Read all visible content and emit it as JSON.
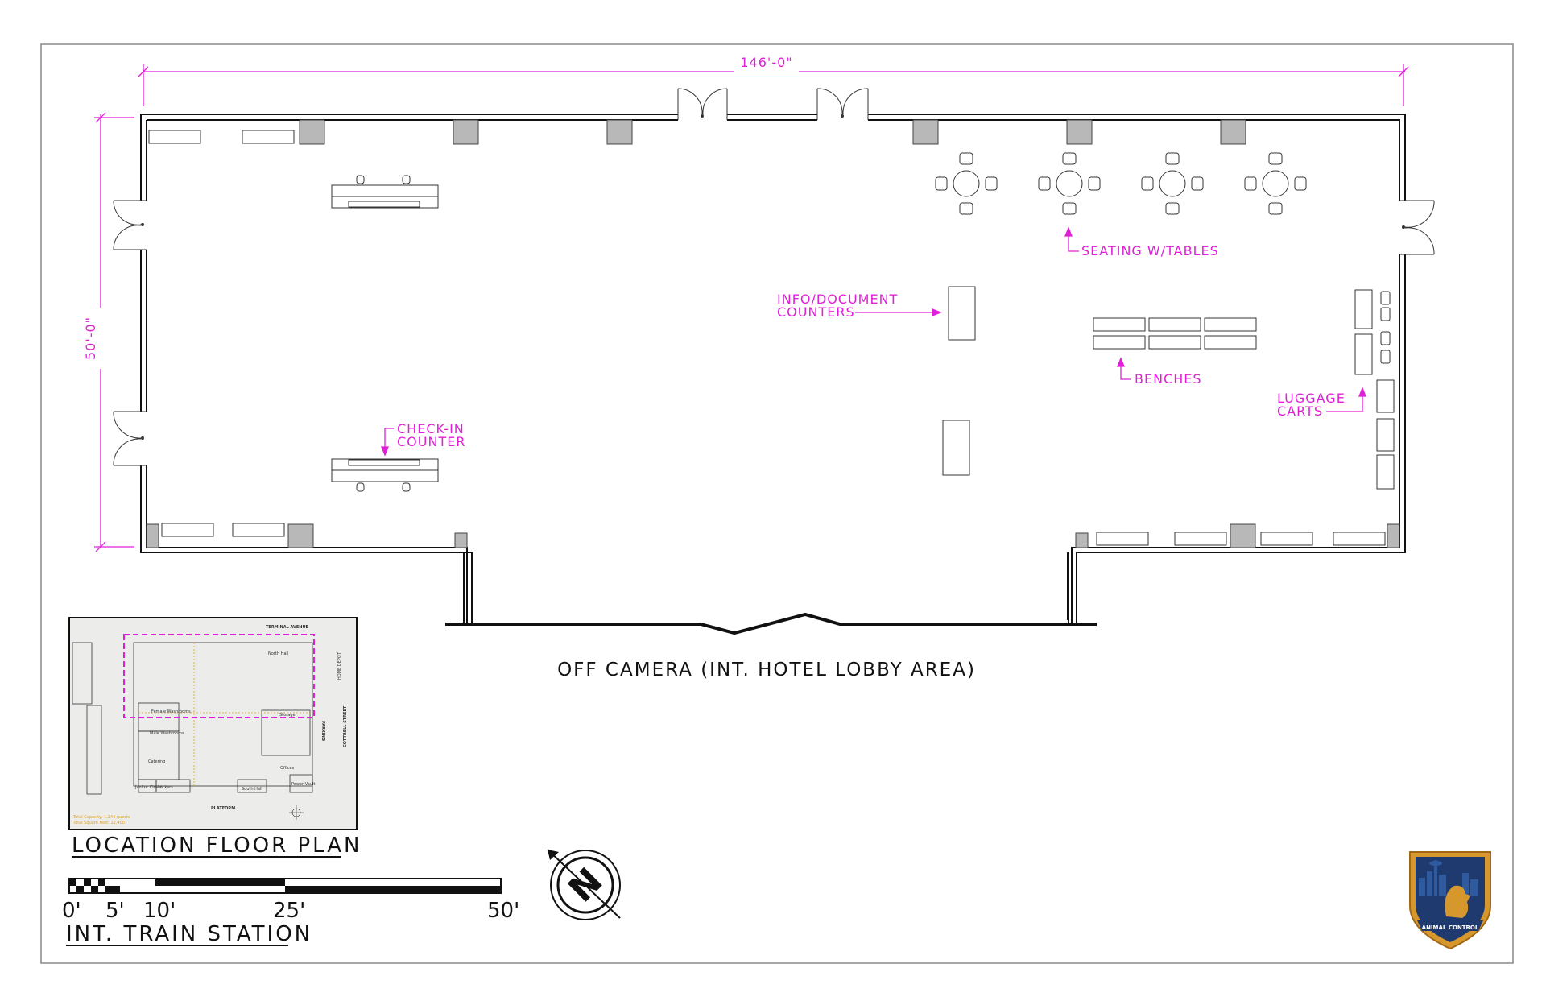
{
  "dimensions": {
    "width": "146'-0\"",
    "height": "50'-0\""
  },
  "labels": {
    "seating": "SEATING W/TABLES",
    "info_line1": "INFO/DOCUMENT",
    "info_line2": "COUNTERS",
    "benches": "BENCHES",
    "luggage_line1": "LUGGAGE",
    "luggage_line2": "CARTS",
    "checkin_line1": "CHECK-IN",
    "checkin_line2": "COUNTER",
    "off_camera": "OFF CAMERA (INT. HOTEL LOBBY AREA)"
  },
  "titles": {
    "location_plan": "LOCATION FLOOR PLAN",
    "main_plan": "INT. TRAIN STATION"
  },
  "scale_bar": {
    "ticks": [
      "0'",
      "5'",
      "10'",
      "25'",
      "50'"
    ]
  },
  "compass": {
    "letter": "N"
  },
  "mini_plan": {
    "street_top": "TERMINAL AVENUE",
    "street_right": "COTTRELL STREET",
    "parking": "PARKING",
    "home_depot": "HOME DEPOT",
    "platform": "PLATFORM",
    "north_hall": "North Hall",
    "storage": "Storage",
    "female_washrooms": "Female Washrooms",
    "male_washrooms": "Male Washrooms",
    "catering": "Catering",
    "lockers": "Lockers",
    "south_hall": "South Hall",
    "offices": "Offices",
    "janitor": "Janitor Closet",
    "power_vault": "Power Vault",
    "capacity": "Total Capacity: 1,244 guests",
    "square_feet": "Total Square Feet: 12,400"
  },
  "logo": {
    "text": "ANIMAL CONTROL"
  },
  "colors": {
    "annotation": "#e020d8",
    "line": "#111111",
    "wall_fill": "#b8b8b8"
  }
}
